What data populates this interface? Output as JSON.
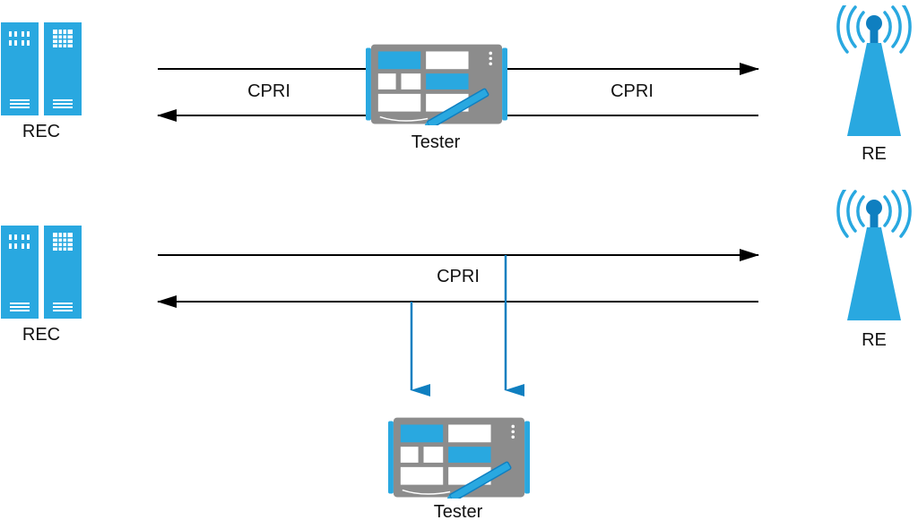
{
  "colors": {
    "accent": "#29A8E0",
    "accent_dark": "#0F7FC0",
    "device_gray": "#8C8C8C",
    "line": "#000000"
  },
  "scenario_top": {
    "rec_label": "REC",
    "re_label": "RE",
    "tester_label": "Tester",
    "link_left_label": "CPRI",
    "link_right_label": "CPRI"
  },
  "scenario_bottom": {
    "rec_label": "REC",
    "re_label": "RE",
    "tester_label": "Tester",
    "link_label": "CPRI"
  }
}
